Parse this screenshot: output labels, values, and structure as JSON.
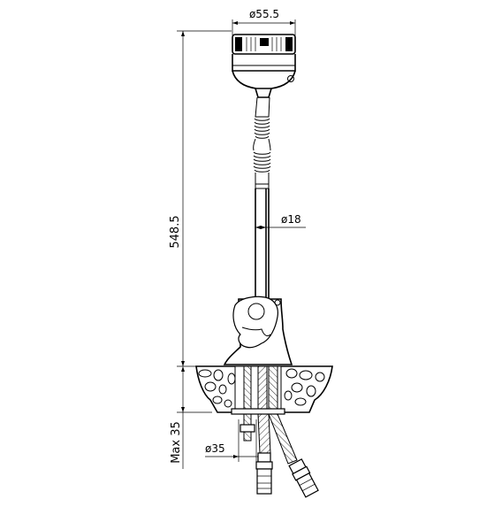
{
  "dimensions": {
    "top_diameter": "ø55.5",
    "total_height": "548.5",
    "spout_diameter": "ø18",
    "max_thickness": "Max 35",
    "base_diameter": "ø35"
  }
}
